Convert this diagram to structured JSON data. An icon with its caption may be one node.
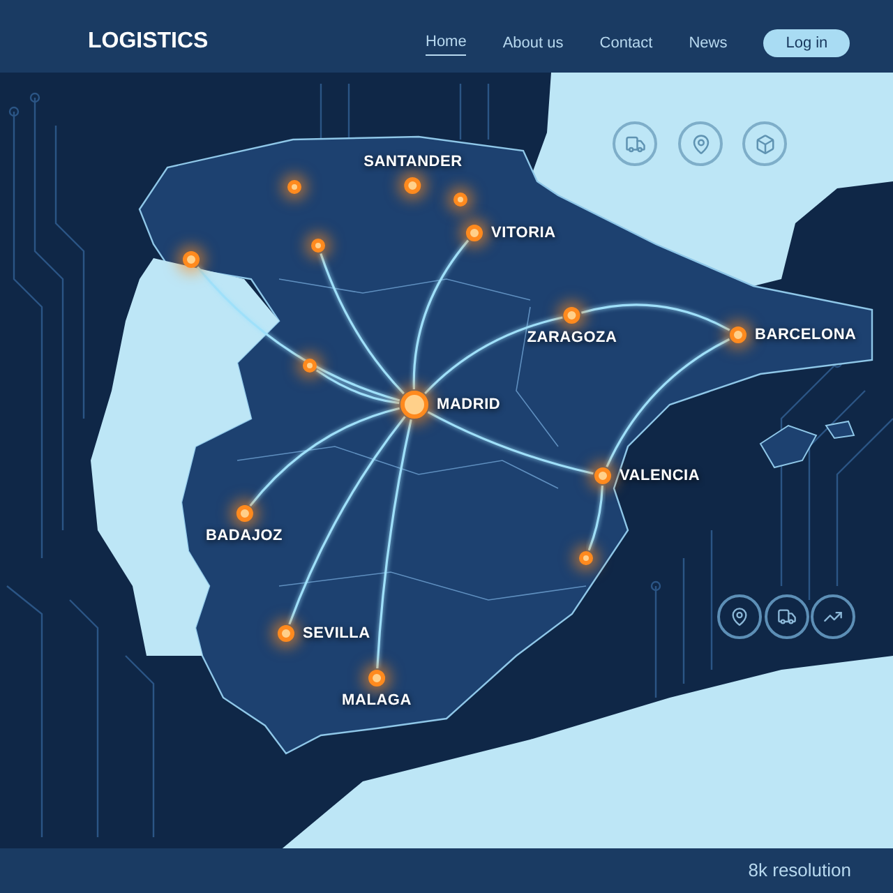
{
  "diagram": {
    "title": "LOGISTICS",
    "nodes": [
      {
        "text": [],
        "shape": "circle"
      },
      {
        "text": [
          "SANTANDER"
        ]
      },
      {
        "text": [],
        "shape": "circle"
      },
      {
        "text": [
          "VITORIA"
        ]
      },
      {
        "text": [],
        "shape": "circle"
      },
      {
        "text": [],
        "shape": "circle"
      },
      {
        "text": [
          "ZARAGOZA"
        ]
      },
      {
        "text": [
          "BARCELONA"
        ]
      },
      {
        "text": [],
        "shape": "circle"
      },
      {
        "text": [
          "MADRID"
        ]
      },
      {
        "text": [
          "VALENCIA"
        ]
      },
      {
        "text": [
          "BADAJOZ"
        ]
      },
      {
        "text": [],
        "shape": "circle"
      },
      {
        "text": [
          "SEVILLA"
        ]
      },
      {
        "text": [
          "MALAGA"
        ]
      }
    ],
    "edges": [
      {
        "from": 9,
        "to": 5,
        "arrow": "none"
      },
      {
        "from": 9,
        "to": 4,
        "arrow": "none"
      },
      {
        "from": 9,
        "to": 3,
        "arrow": "none"
      },
      {
        "from": 9,
        "to": 6,
        "arrow": "none"
      },
      {
        "from": 6,
        "to": 7,
        "arrow": "none"
      },
      {
        "from": 9,
        "to": 8,
        "arrow": "none"
      },
      {
        "from": 9,
        "to": 10,
        "arrow": "none"
      },
      {
        "from": 10,
        "to": 7,
        "arrow": "none"
      },
      {
        "from": 10,
        "to": 12,
        "arrow": "none"
      },
      {
        "from": 9,
        "to": 11,
        "arrow": "none"
      },
      {
        "from": 9,
        "to": 13,
        "arrow": "none"
      },
      {
        "from": 9,
        "to": 14,
        "arrow": "none"
      }
    ],
    "labels": [
      "Home",
      "About us",
      "Contact",
      "News",
      "Log in",
      "8k resolution"
    ]
  }
}
